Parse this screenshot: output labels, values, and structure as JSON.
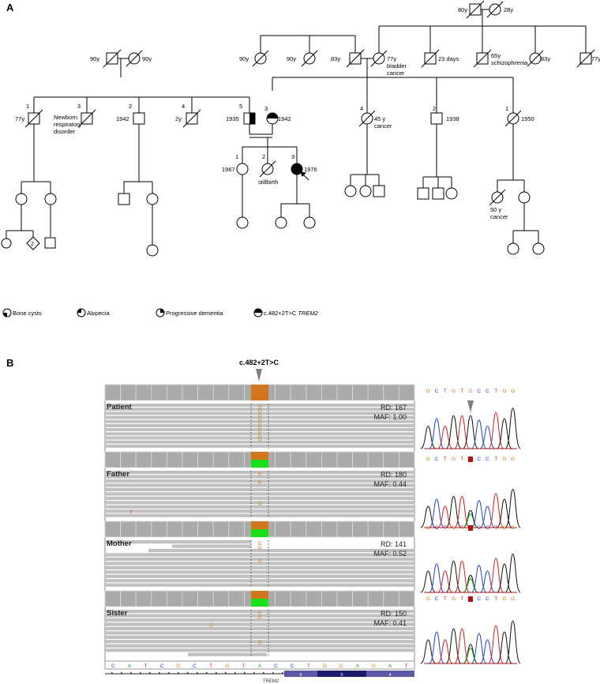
{
  "panelA": {
    "label": "A",
    "gen1_right": {
      "grandfather_age": "80y",
      "grandmother_age": "28y"
    },
    "gen2_left": {
      "father_age": "90y",
      "mother_age": "90y"
    },
    "gen2_mid": {
      "s1_age": "90y",
      "s2_age": "90y",
      "father_age": "83y",
      "mother_age": "77y",
      "mother_note1": "bladder",
      "mother_note2": "cancer"
    },
    "gen2_right": {
      "sib1": "23 days",
      "sib2_age": "65y",
      "sib2_note": "schizophrenia",
      "sib3": "83y",
      "sib4": "77y"
    },
    "gen3": {
      "n1": "1",
      "n1_age": "77y",
      "n3": "3",
      "n3_note1": "Newborn",
      "n3_note2": "respiratory",
      "n3_note3": "disorder",
      "n2": "2",
      "n2_year": "1942",
      "n4": "4",
      "n4_age": "2y",
      "n5": "5",
      "n5_year": "1935",
      "m3": "3",
      "m3_year": "1942",
      "m4": "4",
      "m4_age": "45 y",
      "m4_note": "cancer",
      "m2": "2",
      "m2_year": "1938",
      "m1": "1",
      "m1_year": "1950"
    },
    "gen4": {
      "c1": "1",
      "c1_year": "1967",
      "c2": "2",
      "c2_note": "stillbirth",
      "c3": "3",
      "c3_year": "1976",
      "aunt_child_age": "50 y",
      "aunt_child_note": "cancer"
    },
    "gen5": {
      "diamond_count": "2"
    },
    "legend": {
      "bone_cysts": "Bone cysts",
      "alopecia": "Alopecia",
      "dementia": "Progressive dementia",
      "variant": "c.482+2T>C ",
      "gene": "TREM2"
    }
  },
  "panelB": {
    "label": "B",
    "variant_title": "c.482+2T>C",
    "tracks": [
      {
        "name": "Patient",
        "rd": "RD: 167",
        "maf": "MAF: 1.00"
      },
      {
        "name": "Father",
        "rd": "RD: 180",
        "maf": "MAF: 0.44"
      },
      {
        "name": "Mother",
        "rd": "RD: 141",
        "maf": "MAF: 0.52"
      },
      {
        "name": "Sister",
        "rd": "RD: 150",
        "maf": "MAF: 0.41"
      }
    ],
    "read_base": "G",
    "other_base": "T",
    "reference_bases": [
      "C",
      "A",
      "T",
      "C",
      "G",
      "C",
      "T",
      "G",
      "T",
      "A",
      "C",
      "C",
      "T",
      "G",
      "G",
      "A",
      "G",
      "A",
      "T"
    ],
    "sanger_bases": [
      "G",
      "C",
      "T",
      "G",
      "T",
      "G",
      "C",
      "C",
      "T",
      "G",
      "G"
    ],
    "gene_label": "TREM2",
    "exon_labels": [
      "6",
      "5",
      "4"
    ],
    "colors": {
      "orange": "#d2761e",
      "green": "#19e01b",
      "readgray": "#c0c0c0",
      "A": "#1a9a1a",
      "C": "#1e44c8",
      "G": "#c87a10",
      "T": "#d21e1e",
      "exon_dark": "#1c1c6e",
      "exon_mid": "#5a5aa6"
    }
  }
}
